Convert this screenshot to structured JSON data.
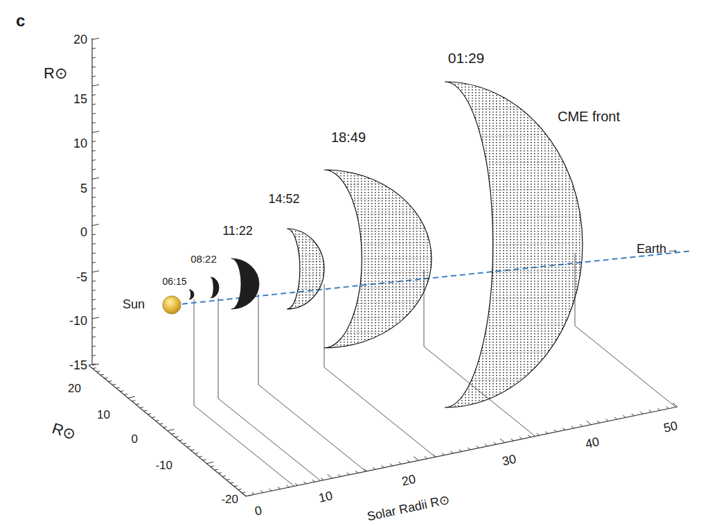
{
  "diagram": {
    "labels": [
      "c",
      "R⊙",
      "20",
      "15",
      "10",
      "5",
      "0",
      "-5",
      "-10",
      "-15",
      "20",
      "R⊙",
      "10",
      "0",
      "-10",
      "-20",
      "0",
      "10",
      "20",
      "30",
      "40",
      "50",
      "Solar Radii R⊙",
      "06:15",
      "08:22",
      "11:22",
      "14:52",
      "18:49",
      "01:29",
      "CME front",
      "Sun",
      "Earth→"
    ]
  }
}
